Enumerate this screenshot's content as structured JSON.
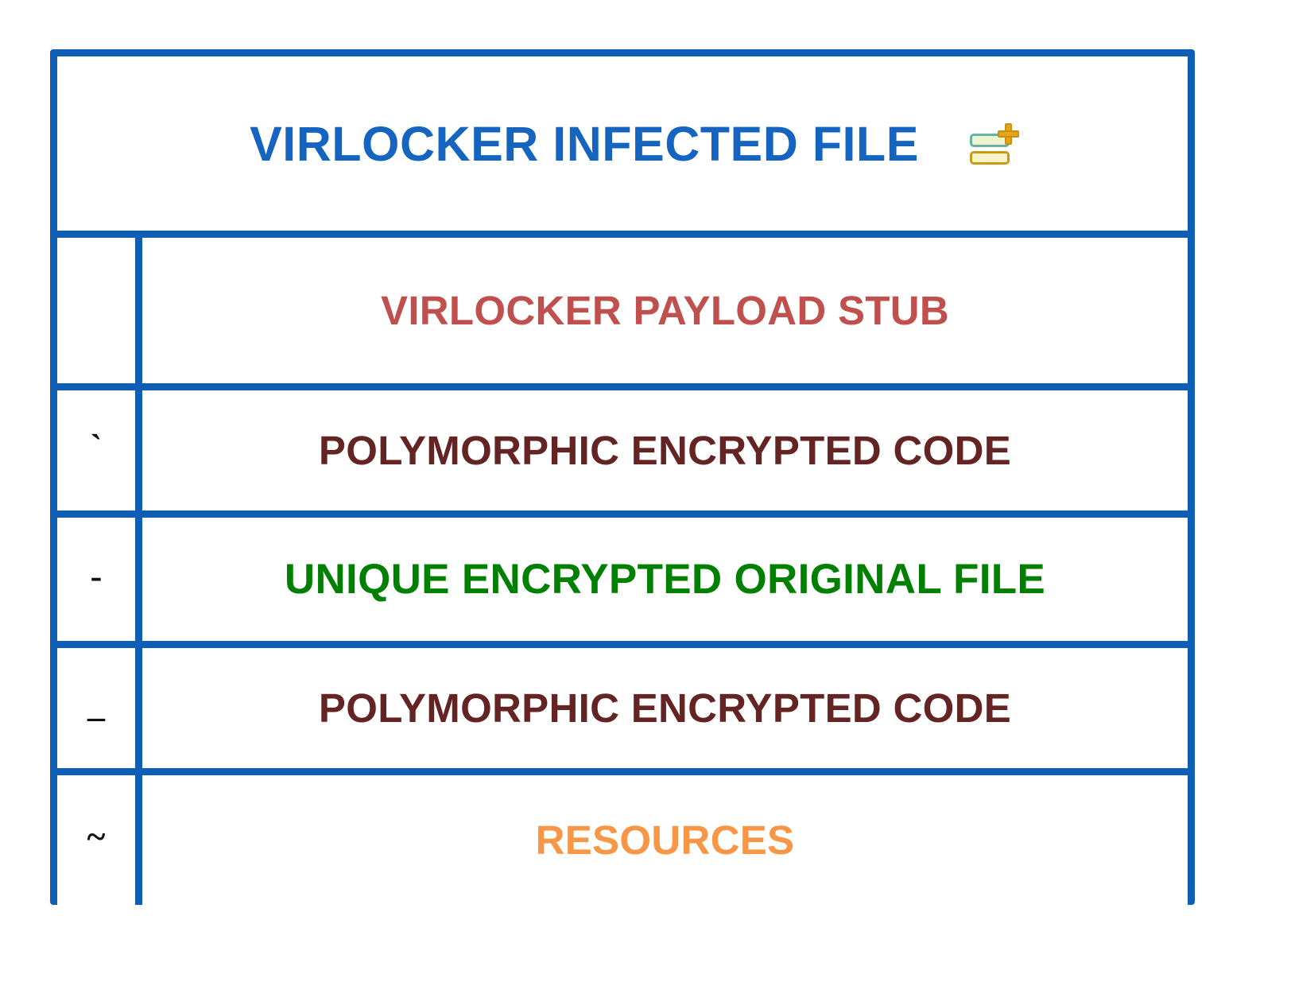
{
  "header": {
    "title": "VIRLOCKER INFECTED FILE",
    "title_color": "#1565C0",
    "icon": "stacked-bars-plus-icon",
    "icon_colors": {
      "bar_top_fill": "#EEF3CF",
      "bar_top_stroke": "#66B2A8",
      "bar_bottom_fill": "#FBF3C8",
      "bar_bottom_stroke": "#C79A1A",
      "plus": "#E8A317"
    }
  },
  "table": {
    "border_color": "#0D5EB4",
    "background": "#FFFFFF",
    "rows": [
      {
        "marker": "",
        "label": "VIRLOCKER PAYLOAD STUB",
        "color": "#C0504D"
      },
      {
        "marker": "`",
        "label": "POLYMORPHIC ENCRYPTED CODE",
        "color": "#632423"
      },
      {
        "marker": "-",
        "label": "UNIQUE ENCRYPTED ORIGINAL FILE",
        "color": "#008000"
      },
      {
        "marker": "_",
        "label": "POLYMORPHIC ENCRYPTED CODE",
        "color": "#632423"
      },
      {
        "marker": "~",
        "label": "RESOURCES",
        "color": "#F79646"
      }
    ]
  }
}
